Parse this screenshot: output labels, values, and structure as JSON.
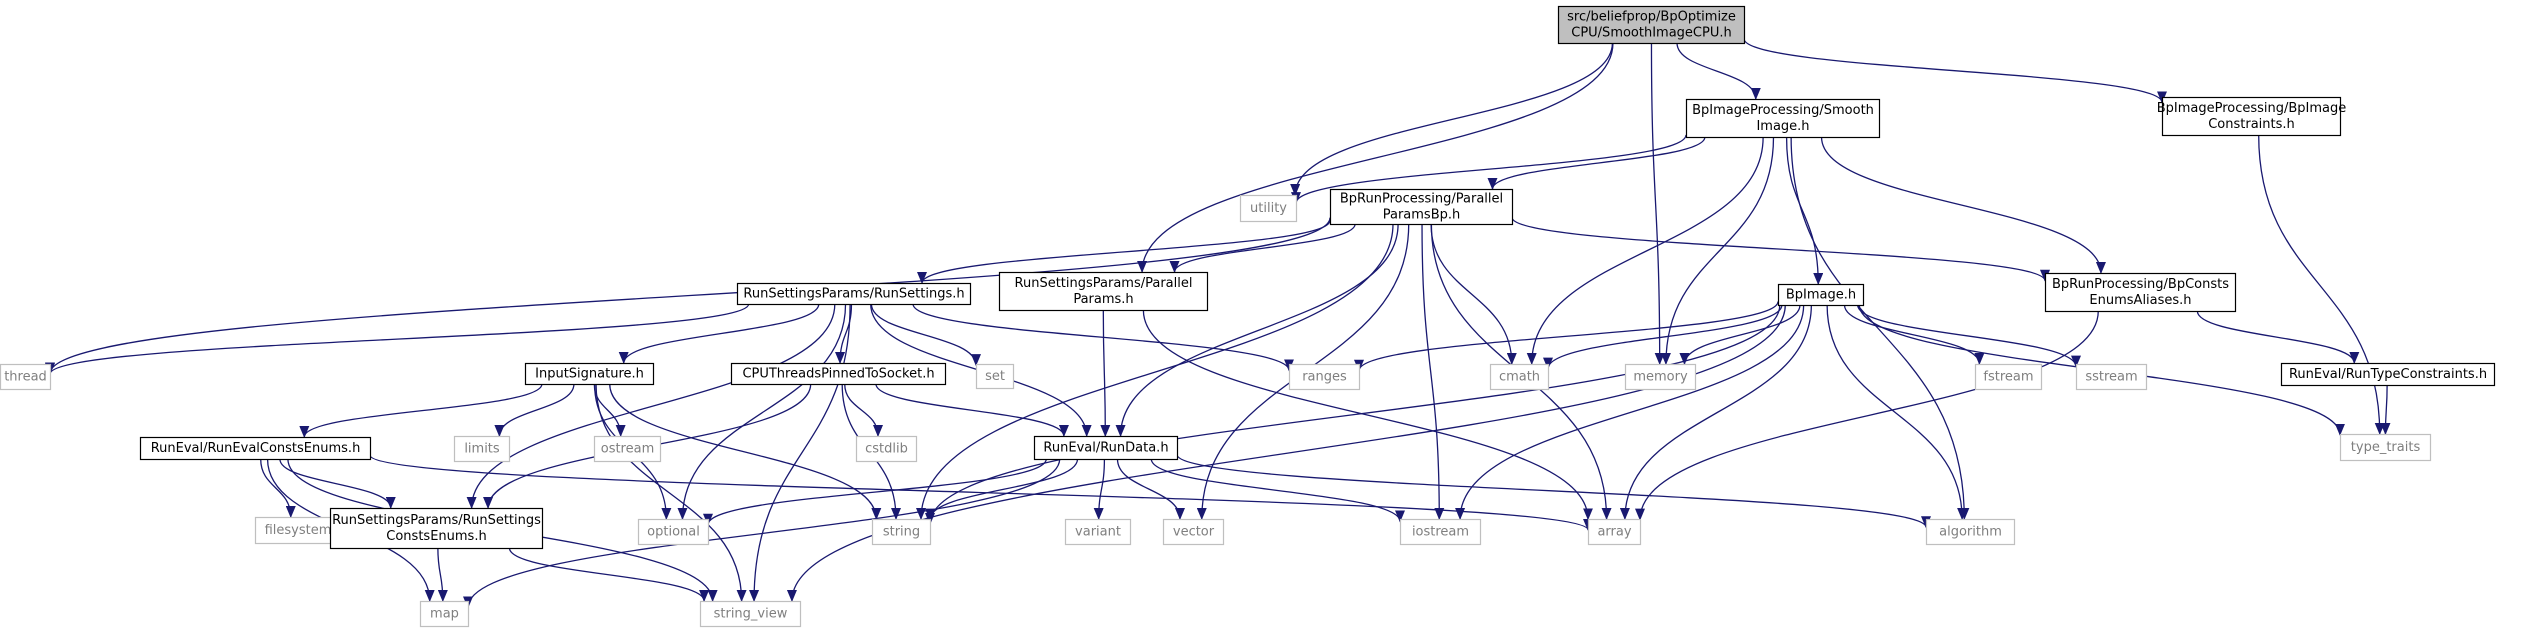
{
  "colors": {
    "edge": "#191970",
    "root_fill": "#bfbfbf",
    "header_border": "#000000",
    "system_border": "#bfbfbf",
    "system_text": "#7f7f7f"
  },
  "nodes": {
    "root": {
      "lines": [
        "src/beliefprop/BpOptimize",
        "CPU/SmoothImageCPU.h"
      ],
      "kind": "root"
    },
    "smoothimage": {
      "lines": [
        "BpImageProcessing/Smooth",
        "Image.h"
      ],
      "kind": "header"
    },
    "bpimgconstr": {
      "lines": [
        "BpImageProcessing/BpImage",
        "Constraints.h"
      ],
      "kind": "header"
    },
    "utility": {
      "lines": [
        "utility"
      ],
      "kind": "system"
    },
    "parallelbp": {
      "lines": [
        "BpRunProcessing/Parallel",
        "ParamsBp.h"
      ],
      "kind": "header"
    },
    "runsettings": {
      "lines": [
        "RunSettingsParams/RunSettings.h"
      ],
      "kind": "header"
    },
    "parallelparams": {
      "lines": [
        "RunSettingsParams/Parallel",
        "Params.h"
      ],
      "kind": "header"
    },
    "bpimage": {
      "lines": [
        "BpImage.h"
      ],
      "kind": "header"
    },
    "bpconsts": {
      "lines": [
        "BpRunProcessing/BpConsts",
        "EnumsAliases.h"
      ],
      "kind": "header"
    },
    "thread": {
      "lines": [
        "thread"
      ],
      "kind": "system"
    },
    "inputsig": {
      "lines": [
        "InputSignature.h"
      ],
      "kind": "header"
    },
    "cputhreads": {
      "lines": [
        "CPUThreadsPinnedToSocket.h"
      ],
      "kind": "header"
    },
    "set": {
      "lines": [
        "set"
      ],
      "kind": "system"
    },
    "ranges": {
      "lines": [
        "ranges"
      ],
      "kind": "system"
    },
    "cmath": {
      "lines": [
        "cmath"
      ],
      "kind": "system"
    },
    "memory": {
      "lines": [
        "memory"
      ],
      "kind": "system"
    },
    "fstream": {
      "lines": [
        "fstream"
      ],
      "kind": "system"
    },
    "sstream": {
      "lines": [
        "sstream"
      ],
      "kind": "system"
    },
    "runtypeconstr": {
      "lines": [
        "RunEval/RunTypeConstraints.h"
      ],
      "kind": "header"
    },
    "typetraits": {
      "lines": [
        "type_traits"
      ],
      "kind": "system"
    },
    "limits": {
      "lines": [
        "limits"
      ],
      "kind": "system"
    },
    "ostream": {
      "lines": [
        "ostream"
      ],
      "kind": "system"
    },
    "cstdlib": {
      "lines": [
        "cstdlib"
      ],
      "kind": "system"
    },
    "runevalconsts": {
      "lines": [
        "RunEval/RunEvalConstsEnums.h"
      ],
      "kind": "header"
    },
    "rundata": {
      "lines": [
        "RunEval/RunData.h"
      ],
      "kind": "header"
    },
    "filesystem": {
      "lines": [
        "filesystem"
      ],
      "kind": "system"
    },
    "rsconsts": {
      "lines": [
        "RunSettingsParams/RunSettings",
        "ConstsEnums.h"
      ],
      "kind": "header"
    },
    "optional": {
      "lines": [
        "optional"
      ],
      "kind": "system"
    },
    "string": {
      "lines": [
        "string"
      ],
      "kind": "system"
    },
    "variant": {
      "lines": [
        "variant"
      ],
      "kind": "system"
    },
    "vector": {
      "lines": [
        "vector"
      ],
      "kind": "system"
    },
    "iostream": {
      "lines": [
        "iostream"
      ],
      "kind": "system"
    },
    "array": {
      "lines": [
        "array"
      ],
      "kind": "system"
    },
    "algorithm": {
      "lines": [
        "algorithm"
      ],
      "kind": "system"
    },
    "map": {
      "lines": [
        "map"
      ],
      "kind": "system"
    },
    "stringview": {
      "lines": [
        "string_view"
      ],
      "kind": "system"
    }
  },
  "edges": [
    [
      "root",
      "smoothimage"
    ],
    [
      "root",
      "bpimgconstr"
    ],
    [
      "root",
      "utility"
    ],
    [
      "root",
      "parallelparams"
    ],
    [
      "root",
      "memory"
    ],
    [
      "smoothimage",
      "utility"
    ],
    [
      "smoothimage",
      "parallelbp"
    ],
    [
      "smoothimage",
      "bpimage"
    ],
    [
      "smoothimage",
      "bpconsts"
    ],
    [
      "smoothimage",
      "cmath"
    ],
    [
      "smoothimage",
      "memory"
    ],
    [
      "smoothimage",
      "algorithm"
    ],
    [
      "bpimgconstr",
      "typetraits"
    ],
    [
      "parallelbp",
      "runsettings"
    ],
    [
      "parallelbp",
      "parallelparams"
    ],
    [
      "parallelbp",
      "bpconsts"
    ],
    [
      "parallelbp",
      "thread"
    ],
    [
      "parallelbp",
      "string"
    ],
    [
      "parallelbp",
      "rundata"
    ],
    [
      "parallelbp",
      "vector"
    ],
    [
      "parallelbp",
      "iostream"
    ],
    [
      "parallelbp",
      "cmath"
    ],
    [
      "parallelbp",
      "array"
    ],
    [
      "runsettings",
      "thread"
    ],
    [
      "runsettings",
      "inputsig"
    ],
    [
      "runsettings",
      "cputhreads"
    ],
    [
      "runsettings",
      "set"
    ],
    [
      "runsettings",
      "ranges"
    ],
    [
      "runsettings",
      "rundata"
    ],
    [
      "runsettings",
      "rsconsts"
    ],
    [
      "runsettings",
      "optional"
    ],
    [
      "runsettings",
      "stringview"
    ],
    [
      "parallelparams",
      "rundata"
    ],
    [
      "parallelparams",
      "array"
    ],
    [
      "bpimage",
      "ranges"
    ],
    [
      "bpimage",
      "cmath"
    ],
    [
      "bpimage",
      "memory"
    ],
    [
      "bpimage",
      "fstream"
    ],
    [
      "bpimage",
      "sstream"
    ],
    [
      "bpimage",
      "typetraits"
    ],
    [
      "bpimage",
      "algorithm"
    ],
    [
      "bpimage",
      "array"
    ],
    [
      "bpimage",
      "iostream"
    ],
    [
      "bpimage",
      "string"
    ],
    [
      "bpimage",
      "stringview"
    ],
    [
      "bpconsts",
      "runtypeconstr"
    ],
    [
      "bpconsts",
      "array"
    ],
    [
      "runtypeconstr",
      "typetraits"
    ],
    [
      "inputsig",
      "limits"
    ],
    [
      "inputsig",
      "ostream"
    ],
    [
      "inputsig",
      "optional"
    ],
    [
      "inputsig",
      "runevalconsts"
    ],
    [
      "inputsig",
      "string"
    ],
    [
      "inputsig",
      "stringview"
    ],
    [
      "cputhreads",
      "cstdlib"
    ],
    [
      "cputhreads",
      "rundata"
    ],
    [
      "cputhreads",
      "rsconsts"
    ],
    [
      "cputhreads",
      "string"
    ],
    [
      "runevalconsts",
      "filesystem"
    ],
    [
      "runevalconsts",
      "rsconsts"
    ],
    [
      "runevalconsts",
      "map"
    ],
    [
      "runevalconsts",
      "stringview"
    ],
    [
      "runevalconsts",
      "array"
    ],
    [
      "rundata",
      "optional"
    ],
    [
      "rundata",
      "string"
    ],
    [
      "rundata",
      "variant"
    ],
    [
      "rundata",
      "vector"
    ],
    [
      "rundata",
      "iostream"
    ],
    [
      "rundata",
      "algorithm"
    ],
    [
      "rundata",
      "map"
    ],
    [
      "rsconsts",
      "map"
    ],
    [
      "rsconsts",
      "stringview"
    ]
  ]
}
